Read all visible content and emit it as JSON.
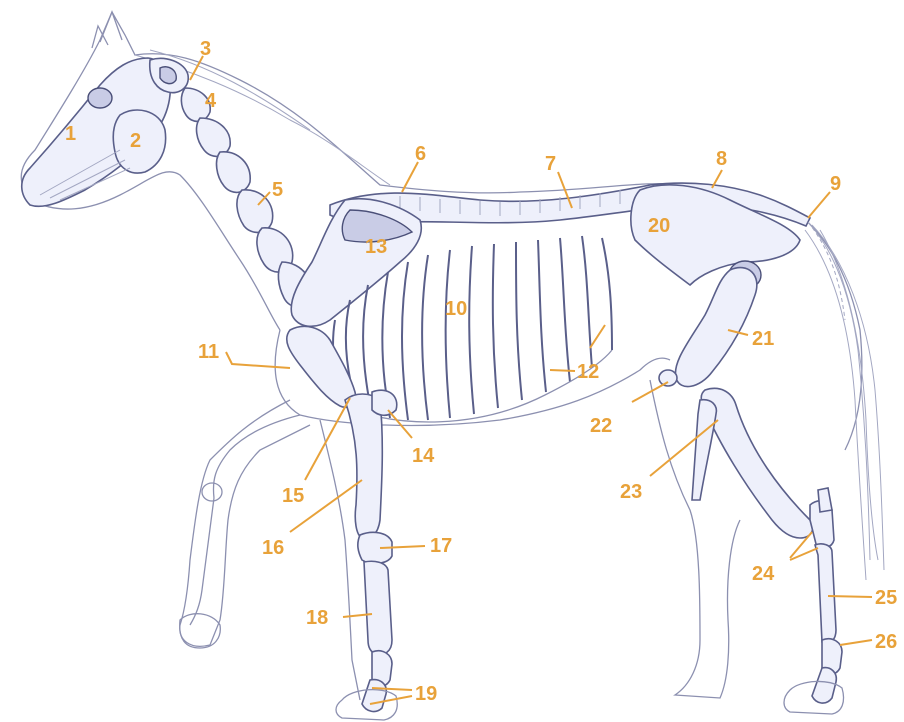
{
  "colors": {
    "label": "#e8a23a",
    "bone_fill": "#eef0fb",
    "bone_stroke": "#5a5f8a",
    "outline": "#8c90b0",
    "background": "#ffffff"
  },
  "labels": [
    "1",
    "2",
    "3",
    "4",
    "5",
    "6",
    "7",
    "8",
    "9",
    "10",
    "11",
    "12",
    "13",
    "14",
    "15",
    "16",
    "17",
    "18",
    "19",
    "20",
    "21",
    "22",
    "23",
    "24",
    "25",
    "26"
  ]
}
